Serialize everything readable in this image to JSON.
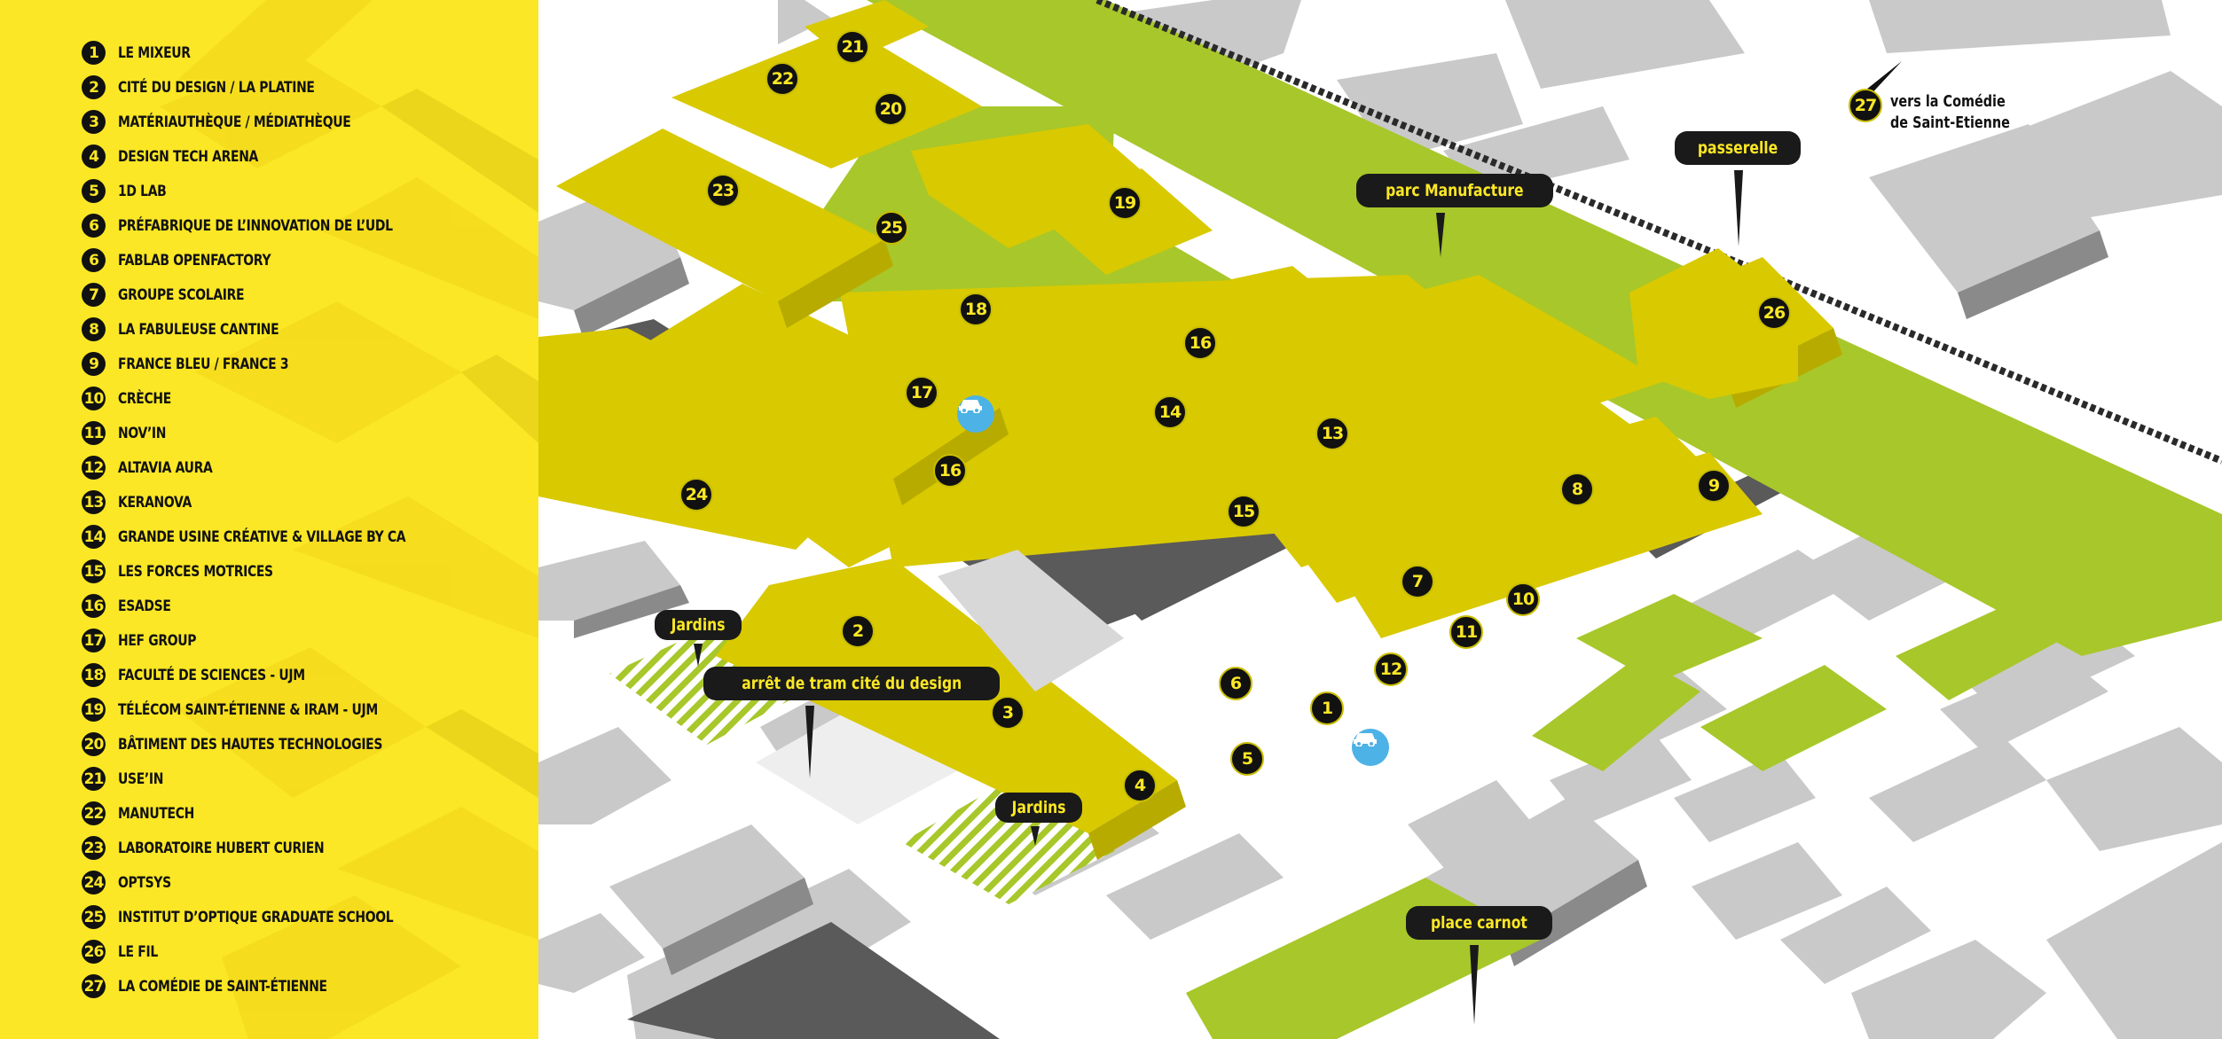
{
  "legend": {
    "items": [
      {
        "num": "1",
        "label": "LE MIXEUR"
      },
      {
        "num": "2",
        "label": "CITÉ DU DESIGN / LA PLATINE"
      },
      {
        "num": "3",
        "label": "MATÉRIAUTHÈQUE / MÉDIATHÈQUE"
      },
      {
        "num": "4",
        "label": "DESIGN TECH ARENA"
      },
      {
        "num": "5",
        "label": "1D LAB"
      },
      {
        "num": "6",
        "label": "PRÉFABRIQUE DE L’INNOVATION DE L’UDL"
      },
      {
        "num": "6",
        "label": "FABLAB OPENFACTORY"
      },
      {
        "num": "7",
        "label": "GROUPE SCOLAIRE"
      },
      {
        "num": "8",
        "label": "LA FABULEUSE CANTINE"
      },
      {
        "num": "9",
        "label": "FRANCE BLEU / FRANCE 3"
      },
      {
        "num": "10",
        "label": "CRÈCHE"
      },
      {
        "num": "11",
        "label": "NOV’IN"
      },
      {
        "num": "12",
        "label": "ALTAVIA AURA"
      },
      {
        "num": "13",
        "label": "KERANOVA"
      },
      {
        "num": "14",
        "label": "GRANDE USINE CRÉATIVE & VILLAGE BY CA"
      },
      {
        "num": "15",
        "label": "LES FORCES MOTRICES"
      },
      {
        "num": "16",
        "label": "ESADSE"
      },
      {
        "num": "17",
        "label": "HEF GROUP"
      },
      {
        "num": "18",
        "label": "FACULTÉ DE SCIENCES - UJM"
      },
      {
        "num": "19",
        "label": "TÉLÉCOM SAINT-ÉTIENNE & IRAM - UJM"
      },
      {
        "num": "20",
        "label": "BÂTIMENT DES HAUTES TECHNOLOGIES"
      },
      {
        "num": "21",
        "label": "USE’IN"
      },
      {
        "num": "22",
        "label": "MANUTECH"
      },
      {
        "num": "23",
        "label": "LABORATOIRE HUBERT CURIEN"
      },
      {
        "num": "24",
        "label": "OPTSYS"
      },
      {
        "num": "25",
        "label": "INSTITUT D’OPTIQUE GRADUATE SCHOOL"
      },
      {
        "num": "26",
        "label": "LE FIL"
      },
      {
        "num": "27",
        "label": "LA COMÉDIE DE SAINT-ÉTIENNE"
      }
    ]
  },
  "map": {
    "callouts": {
      "parc": "parc Manufacture",
      "passerelle": "passerelle",
      "jardins1": "Jardins",
      "tram": "arrêt de tram cité du design",
      "jardins2": "Jardins",
      "carnot": "place carnot"
    },
    "destination": {
      "num": "27",
      "line1": "vers la Comédie",
      "line2": "de Saint-Etienne"
    },
    "markers": [
      "21",
      "22",
      "20",
      "23",
      "25",
      "19",
      "18",
      "17",
      "16",
      "16",
      "14",
      "13",
      "15",
      "24",
      "2",
      "3",
      "4",
      "8",
      "9",
      "7",
      "10",
      "11",
      "12",
      "6",
      "1",
      "5",
      "26"
    ],
    "icons": [
      "car-icon",
      "car-icon"
    ]
  },
  "colors": {
    "yellow": "#fbe725",
    "building_yellow": "#d9c900",
    "green": "#a8c72a",
    "grey": "#c8c8c8",
    "dark": "#1a1a1a",
    "car_blue": "#4db2e6"
  }
}
